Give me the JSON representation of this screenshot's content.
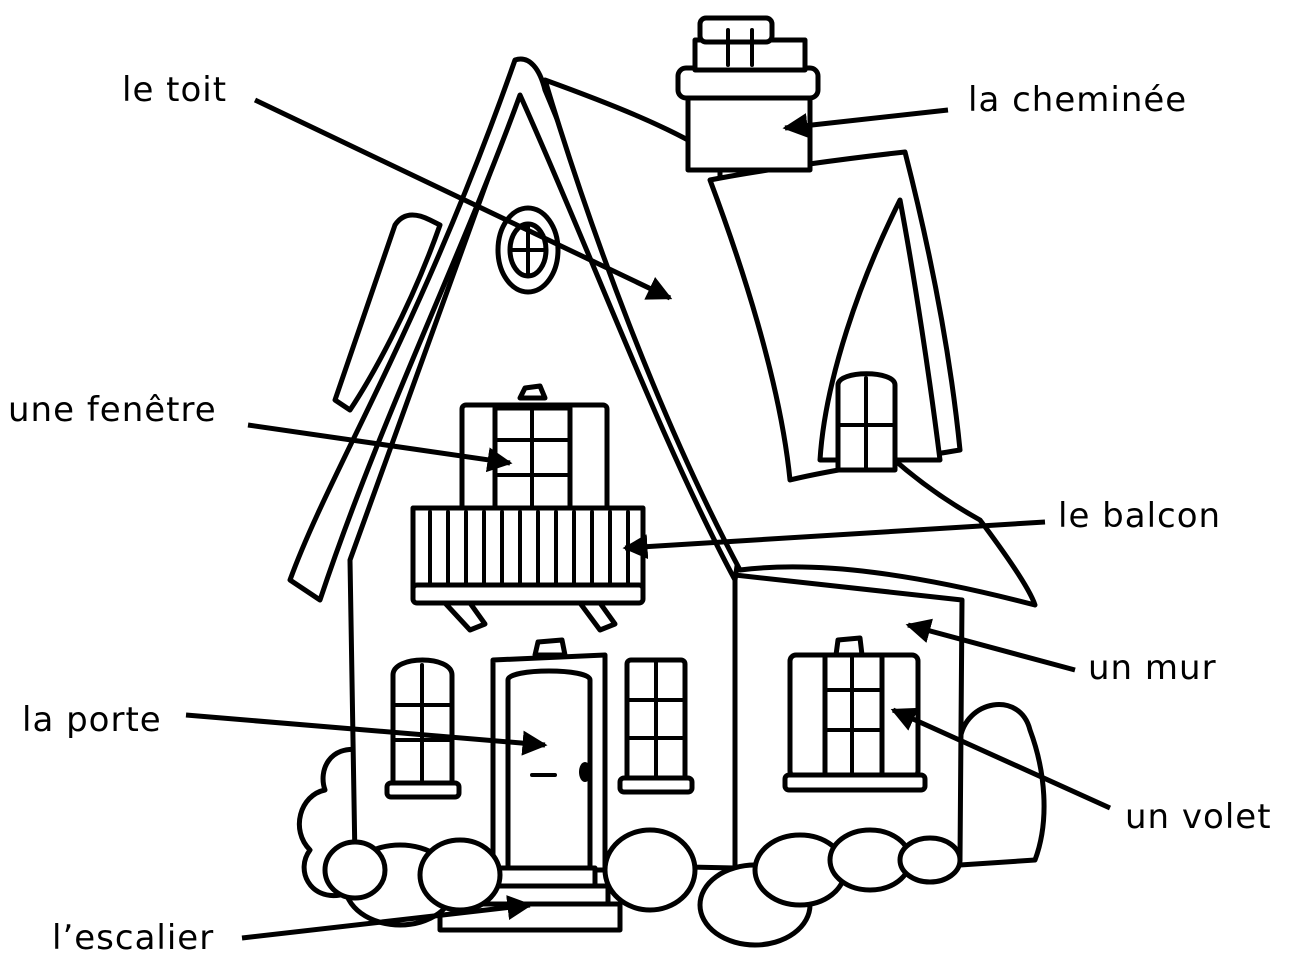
{
  "labels": {
    "toit": "le toit",
    "cheminee": "la cheminée",
    "fenetre": "une fenêtre",
    "balcon": "le balcon",
    "mur": "un mur",
    "porte": "la porte",
    "volet": "un volet",
    "escalier": "l’escalier"
  }
}
